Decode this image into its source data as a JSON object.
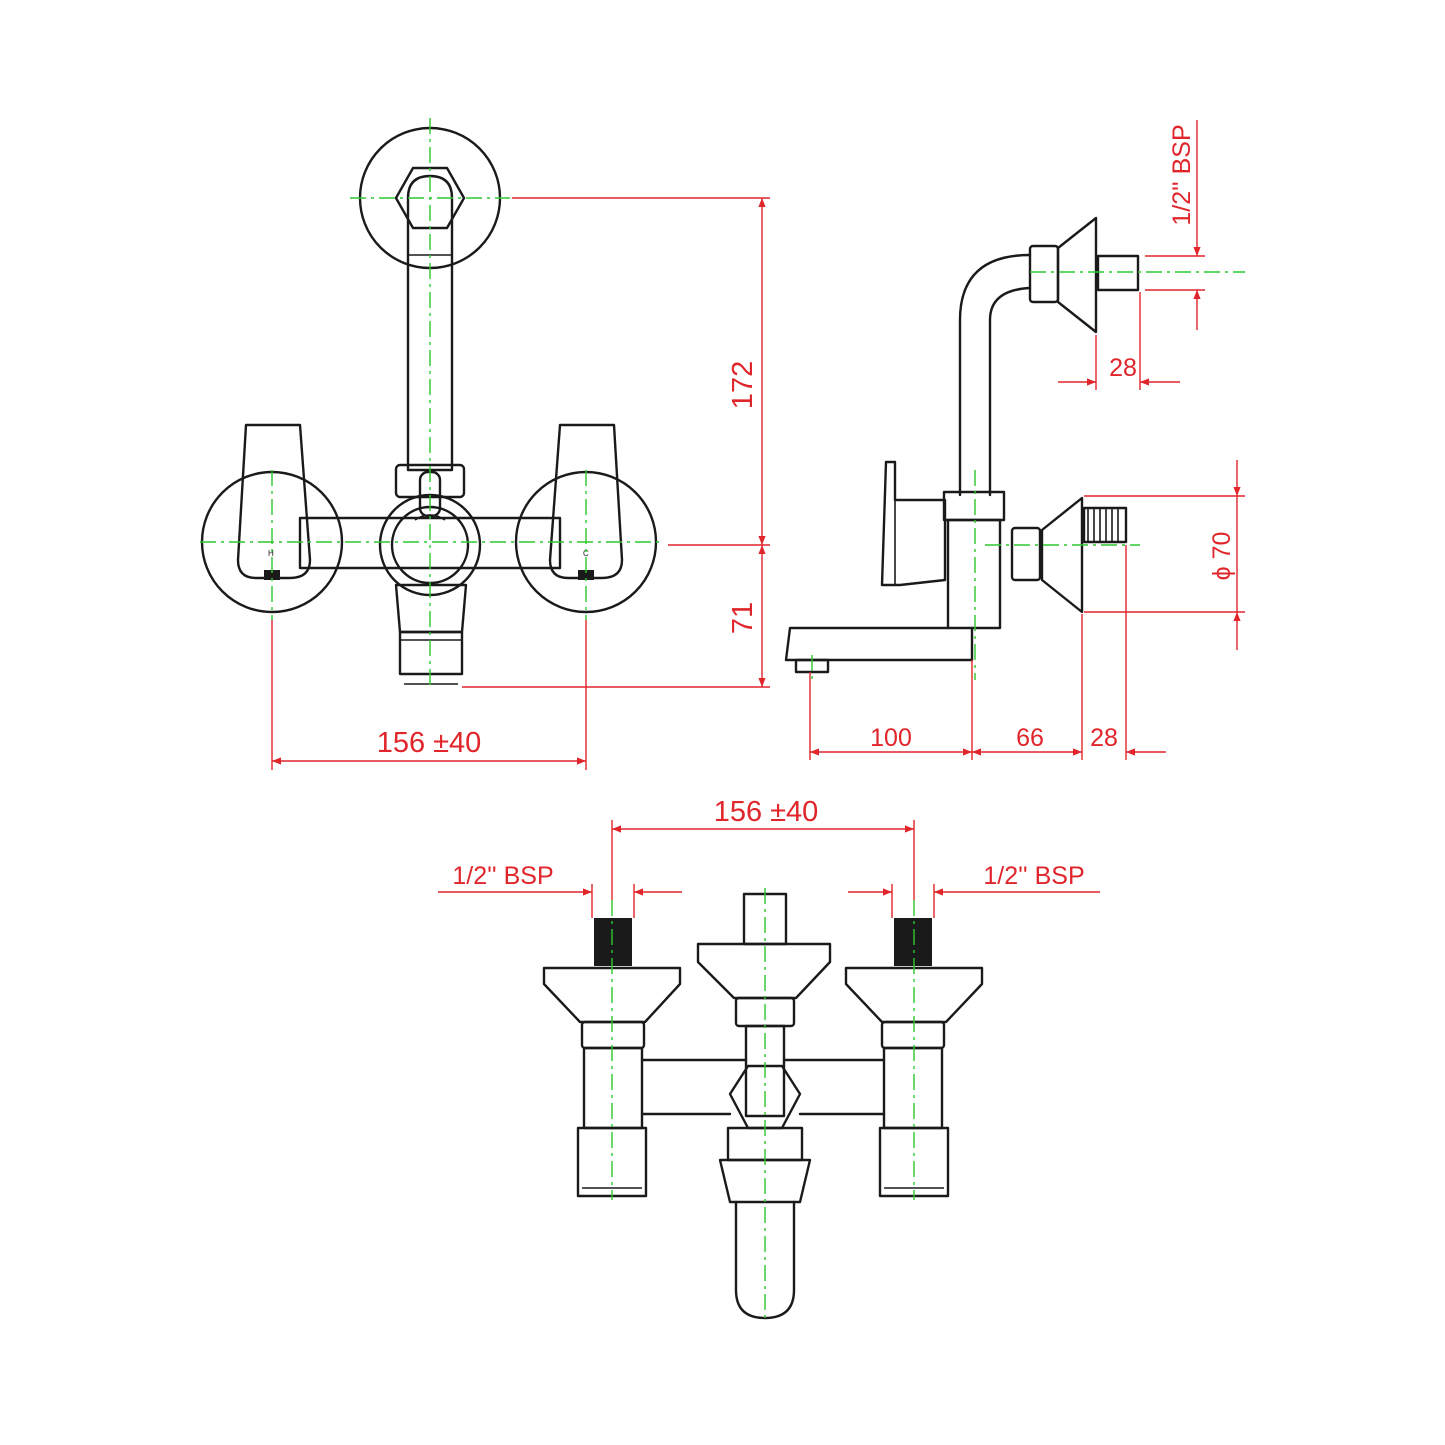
{
  "front_view": {
    "height_upper": "172",
    "height_lower": "71",
    "width": "156 ±40",
    "handle_left_mark": "H",
    "handle_right_mark": "C"
  },
  "side_view": {
    "thread": "1/2'' BSP",
    "depth_top": "28",
    "diameter": "ϕ 70",
    "spout_length": "100",
    "offset": "66",
    "depth_bottom": "28"
  },
  "top_view": {
    "width": "156 ±40",
    "thread_left": "1/2'' BSP",
    "thread_right": "1/2'' BSP"
  },
  "colors": {
    "outline": "#1a1a1a",
    "dimension": "#e0252b",
    "centerline": "#2ec82e"
  }
}
